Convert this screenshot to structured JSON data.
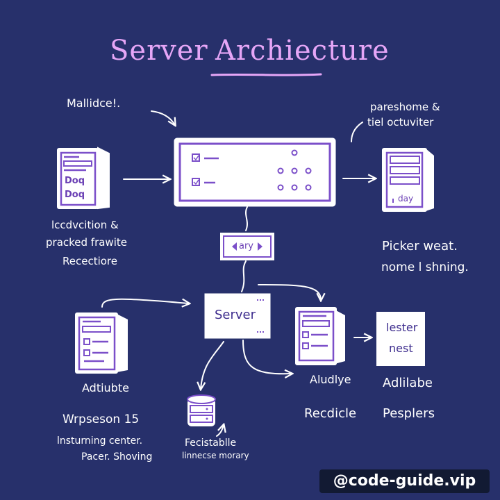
{
  "title": {
    "first": "Server",
    "second": "Archiecture"
  },
  "notes": {
    "mallidce": "Mallidce!.",
    "pareshome_1": "pareshome &",
    "pareshome_2": "tiel octuviter",
    "left_1": "lccdvcition &",
    "left_2": "pracked frawite",
    "left_3": "Recectiore",
    "picker_1": "Picker weat.",
    "picker_2": "nome l shning.",
    "adtiubte": "Adtiubte",
    "wrpseson": "Wrpseson 15",
    "insturning": "lnsturning center.",
    "pacer": "Pacer. Shoving",
    "fecistablle": "Fecistablle",
    "linnecse": "linnecse morary",
    "aludlye": "Aludlye",
    "recdicle": "Recdicle",
    "adlilabe": "Adlilabe",
    "pesplers": "Pesplers"
  },
  "nodes": {
    "left_card_text": "Doq\nDoq",
    "right_card_text": "day",
    "ary_label": "ary",
    "server_label": "Server",
    "lester": "lester",
    "nest": "nest"
  },
  "colors": {
    "background": "#27306b",
    "accent": "#7b4fc9",
    "title": "#e6a6f7",
    "card": "#ffffff"
  },
  "watermark": "@code-guide.vip"
}
